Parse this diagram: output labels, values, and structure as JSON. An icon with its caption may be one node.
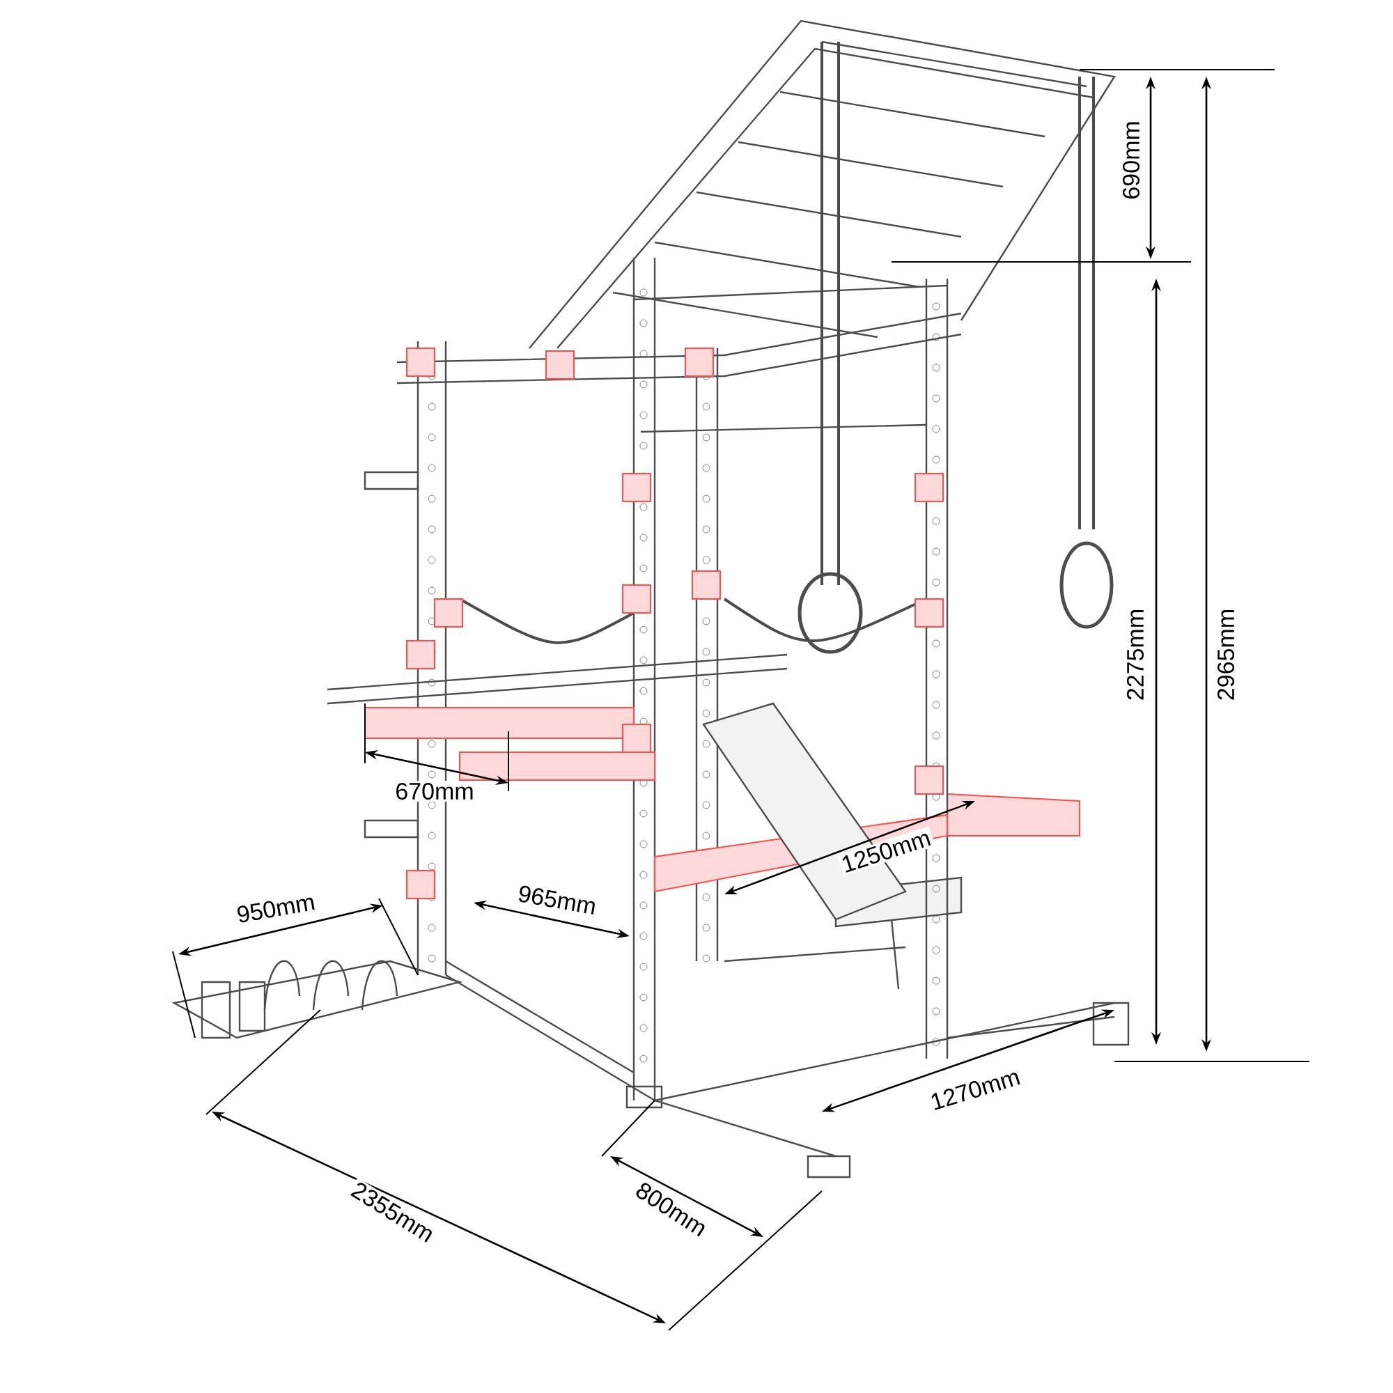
{
  "diagram": {
    "labels": [
      "690mm",
      "2965mm",
      "2275mm",
      "670mm",
      "1250mm",
      "950mm",
      "965mm",
      "1270mm",
      "800mm",
      "2355mm"
    ]
  }
}
